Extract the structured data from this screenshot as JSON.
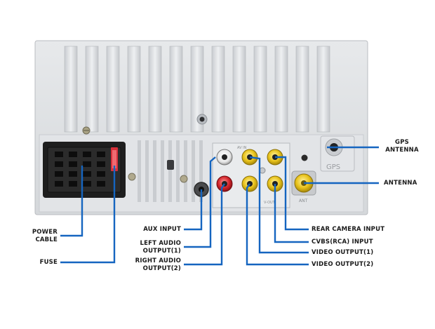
{
  "unit_panel": {
    "gps_port_text": "GPS",
    "ant_port_text": "ANT",
    "rca_port_text_1": "AV IN",
    "rca_port_text_2": "V-OUT"
  },
  "labels": {
    "power_cable": [
      "POWER",
      "CABLE"
    ],
    "fuse": "FUSE",
    "aux_input": "AUX INPUT",
    "left_audio_output": [
      "LEFT AUDIO",
      "OUTPUT(1)"
    ],
    "right_audio_output": [
      "RIGHT AUDIO",
      "OUTPUT(2)"
    ],
    "rear_camera_input": "REAR CAMERA INPUT",
    "cvbs_input": "CVBS(RCA) INPUT",
    "video_output_1": "VIDEO OUTPUT(1)",
    "video_output_2": "VIDEO OUTPUT(2)",
    "gps_antenna": [
      "GPS",
      "ANTENNA"
    ],
    "antenna": "ANTENNA"
  },
  "colors": {
    "leader_line": "#1565c0",
    "housing": "#dcdfe2",
    "rca_yellow": "#e8c21a",
    "rca_red": "#d3252b",
    "rca_white": "#f2f2f2",
    "connector": "#1e1e1e"
  }
}
